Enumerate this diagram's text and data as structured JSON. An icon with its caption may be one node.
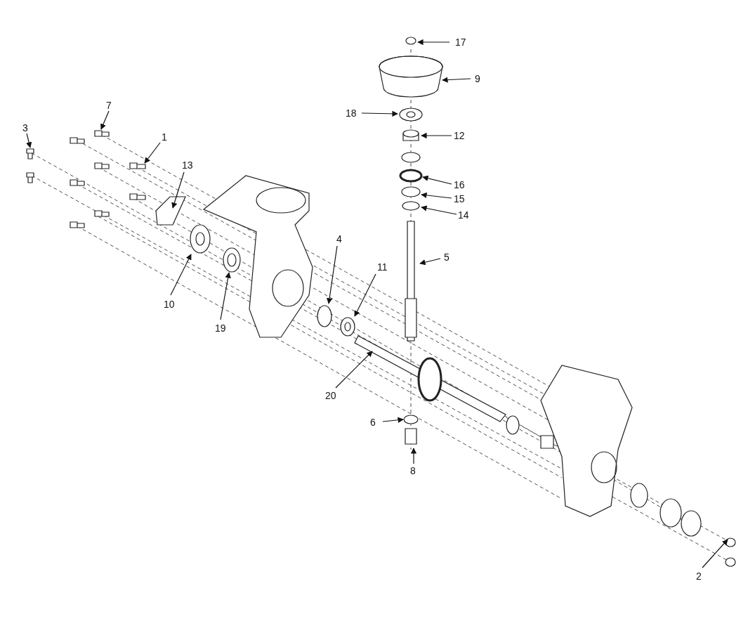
{
  "diagram": {
    "nodes": [
      {
        "text": [
          "17"
        ]
      },
      {
        "text": [
          "9"
        ]
      },
      {
        "text": [
          "18"
        ]
      },
      {
        "text": [
          "12"
        ]
      },
      {
        "text": [
          "16"
        ]
      },
      {
        "text": [
          "15"
        ]
      },
      {
        "text": [
          "14"
        ]
      },
      {
        "text": [
          "7"
        ]
      },
      {
        "text": [
          "3"
        ]
      },
      {
        "text": [
          "1"
        ]
      },
      {
        "text": [
          "13"
        ]
      },
      {
        "text": [
          "5"
        ]
      },
      {
        "text": [
          "4"
        ]
      },
      {
        "text": [
          "11"
        ]
      },
      {
        "text": [
          "10"
        ]
      },
      {
        "text": [
          "19"
        ]
      },
      {
        "text": [
          "20"
        ]
      },
      {
        "text": [
          "6"
        ]
      },
      {
        "text": [
          "8"
        ]
      },
      {
        "text": [
          "2"
        ]
      }
    ],
    "edges": [
      {
        "from": 0,
        "to": null,
        "arrow": "to"
      },
      {
        "from": 1,
        "to": null,
        "arrow": "to"
      },
      {
        "from": 2,
        "to": null,
        "arrow": "to"
      },
      {
        "from": 3,
        "to": null,
        "arrow": "to"
      },
      {
        "from": 4,
        "to": null,
        "arrow": "to"
      },
      {
        "from": 5,
        "to": null,
        "arrow": "to"
      },
      {
        "from": 6,
        "to": null,
        "arrow": "to"
      },
      {
        "from": 7,
        "to": null,
        "arrow": "to"
      },
      {
        "from": 8,
        "to": null,
        "arrow": "to"
      },
      {
        "from": 9,
        "to": null,
        "arrow": "to"
      },
      {
        "from": 10,
        "to": null,
        "arrow": "to"
      },
      {
        "from": 11,
        "to": null,
        "arrow": "to"
      },
      {
        "from": 12,
        "to": null,
        "arrow": "to"
      },
      {
        "from": 13,
        "to": null,
        "arrow": "to"
      },
      {
        "from": 14,
        "to": null,
        "arrow": "to"
      },
      {
        "from": 15,
        "to": null,
        "arrow": "to"
      },
      {
        "from": 16,
        "to": null,
        "arrow": "to"
      },
      {
        "from": 17,
        "to": null,
        "arrow": "to"
      },
      {
        "from": 18,
        "to": null,
        "arrow": "to"
      },
      {
        "from": 19,
        "to": null,
        "arrow": "to"
      }
    ]
  }
}
